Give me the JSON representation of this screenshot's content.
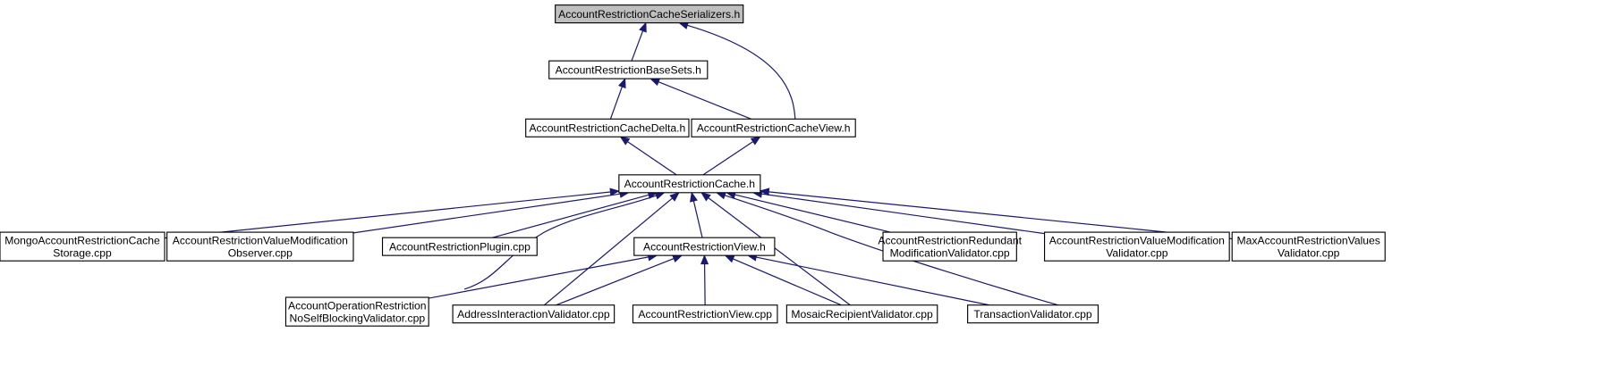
{
  "graph": {
    "nodes": [
      {
        "id": "cache_serializers",
        "lines": [
          "AccountRestrictionCacheSerializers.h"
        ],
        "highlighted": true
      },
      {
        "id": "base_sets",
        "lines": [
          "AccountRestrictionBaseSets.h"
        ]
      },
      {
        "id": "cache_delta",
        "lines": [
          "AccountRestrictionCacheDelta.h"
        ]
      },
      {
        "id": "cache_view",
        "lines": [
          "AccountRestrictionCacheView.h"
        ]
      },
      {
        "id": "cache",
        "lines": [
          "AccountRestrictionCache.h"
        ]
      },
      {
        "id": "mongo_storage",
        "lines": [
          "MongoAccountRestrictionCache",
          "Storage.cpp"
        ]
      },
      {
        "id": "value_mod_observer",
        "lines": [
          "AccountRestrictionValueModification",
          "Observer.cpp"
        ]
      },
      {
        "id": "plugin",
        "lines": [
          "AccountRestrictionPlugin.cpp"
        ]
      },
      {
        "id": "restriction_view_h",
        "lines": [
          "AccountRestrictionView.h"
        ]
      },
      {
        "id": "redundant_validator",
        "lines": [
          "AccountRestrictionRedundant",
          "ModificationValidator.cpp"
        ]
      },
      {
        "id": "value_mod_validator",
        "lines": [
          "AccountRestrictionValueModification",
          "Validator.cpp"
        ]
      },
      {
        "id": "max_values_validator",
        "lines": [
          "MaxAccountRestrictionValues",
          "Validator.cpp"
        ]
      },
      {
        "id": "op_no_self_blocking",
        "lines": [
          "AccountOperationRestriction",
          "NoSelfBlockingValidator.cpp"
        ]
      },
      {
        "id": "address_interaction",
        "lines": [
          "AddressInteractionValidator.cpp"
        ]
      },
      {
        "id": "restriction_view_cpp",
        "lines": [
          "AccountRestrictionView.cpp"
        ]
      },
      {
        "id": "mosaic_recipient",
        "lines": [
          "MosaicRecipientValidator.cpp"
        ]
      },
      {
        "id": "transaction_validator",
        "lines": [
          "TransactionValidator.cpp"
        ]
      }
    ],
    "edges": [
      {
        "from": "base_sets",
        "to": "cache_serializers"
      },
      {
        "from": "cache_view",
        "to": "cache_serializers"
      },
      {
        "from": "cache_delta",
        "to": "base_sets"
      },
      {
        "from": "cache_view",
        "to": "base_sets"
      },
      {
        "from": "cache",
        "to": "cache_delta"
      },
      {
        "from": "cache",
        "to": "cache_view"
      },
      {
        "from": "mongo_storage",
        "to": "cache"
      },
      {
        "from": "value_mod_observer",
        "to": "cache"
      },
      {
        "from": "plugin",
        "to": "cache"
      },
      {
        "from": "op_no_self_blocking",
        "to": "cache"
      },
      {
        "from": "address_interaction",
        "to": "cache"
      },
      {
        "from": "restriction_view_h",
        "to": "cache"
      },
      {
        "from": "mosaic_recipient",
        "to": "cache"
      },
      {
        "from": "transaction_validator",
        "to": "cache"
      },
      {
        "from": "redundant_validator",
        "to": "cache"
      },
      {
        "from": "value_mod_validator",
        "to": "cache"
      },
      {
        "from": "max_values_validator",
        "to": "cache"
      },
      {
        "from": "op_no_self_blocking",
        "to": "restriction_view_h"
      },
      {
        "from": "address_interaction",
        "to": "restriction_view_h"
      },
      {
        "from": "restriction_view_cpp",
        "to": "restriction_view_h"
      },
      {
        "from": "mosaic_recipient",
        "to": "restriction_view_h"
      },
      {
        "from": "transaction_validator",
        "to": "restriction_view_h"
      }
    ],
    "colors": {
      "edge": "#191970",
      "node_fill": "#ffffff",
      "highlight_fill": "#bfbfbf",
      "border": "#000000"
    }
  }
}
